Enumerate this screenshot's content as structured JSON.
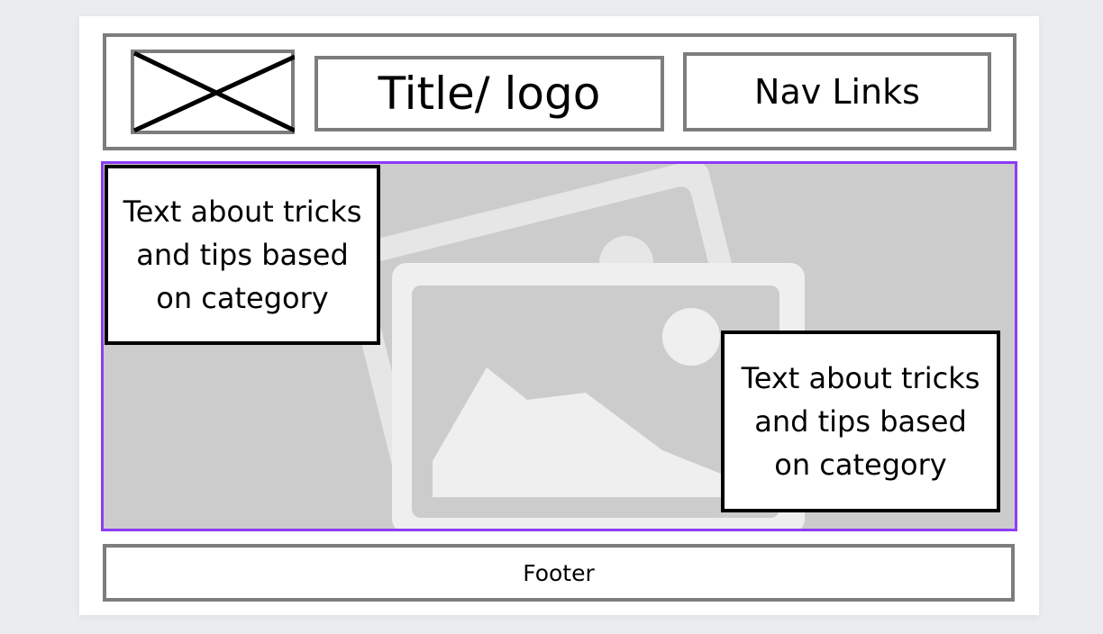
{
  "header": {
    "logo_icon": "image-placeholder-x-icon",
    "title": "Title/ logo",
    "nav_label": "Nav Links"
  },
  "hero": {
    "background_icon": "image-placeholder-icon",
    "border_color": "#8b3cf6",
    "card_left_text": "Text about tricks\nand tips based\non category",
    "card_right_text": "Text about tricks\nand tips based\non category"
  },
  "footer": {
    "label": "Footer"
  },
  "colors": {
    "page_background": "#ebecf0",
    "wireframe_border": "#7d7d7d",
    "image_placeholder": "#cccccc"
  }
}
